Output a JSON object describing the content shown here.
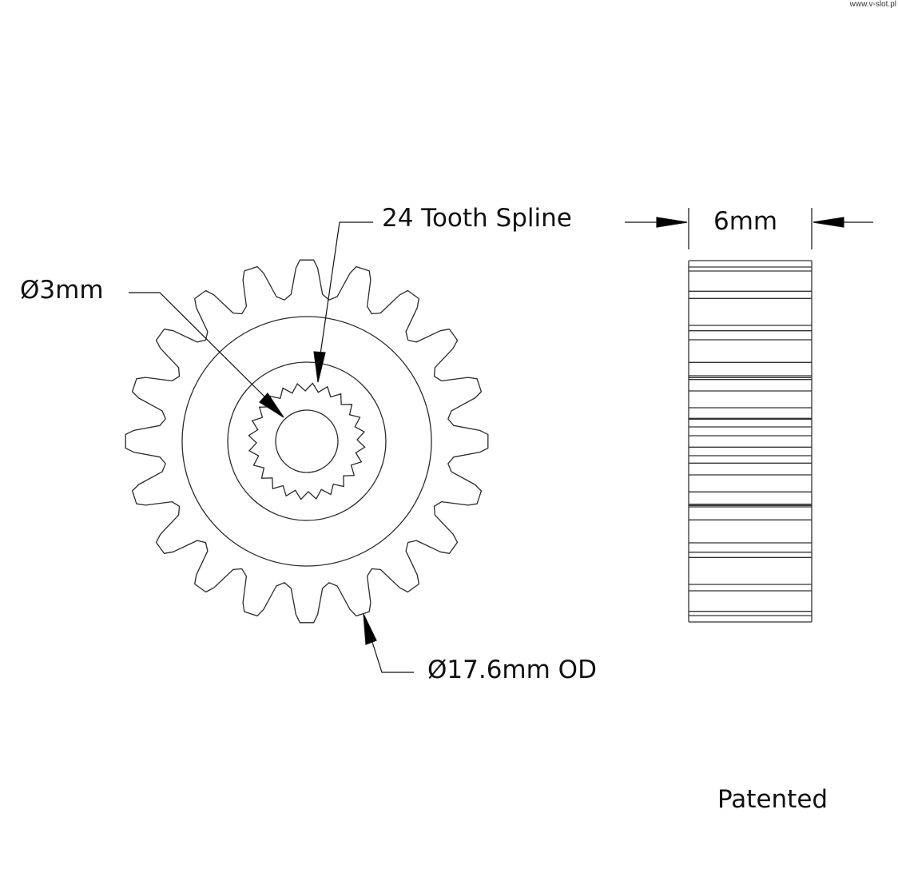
{
  "watermark": "www.v-slot.pl",
  "labels": {
    "spline": "24 Tooth Spline",
    "bore": "Ø3mm",
    "width": "6mm",
    "outer_diameter": "Ø17.6mm OD",
    "patent": "Patented"
  },
  "colors": {
    "line": "#2a2a2a",
    "arrow": "#000000"
  }
}
